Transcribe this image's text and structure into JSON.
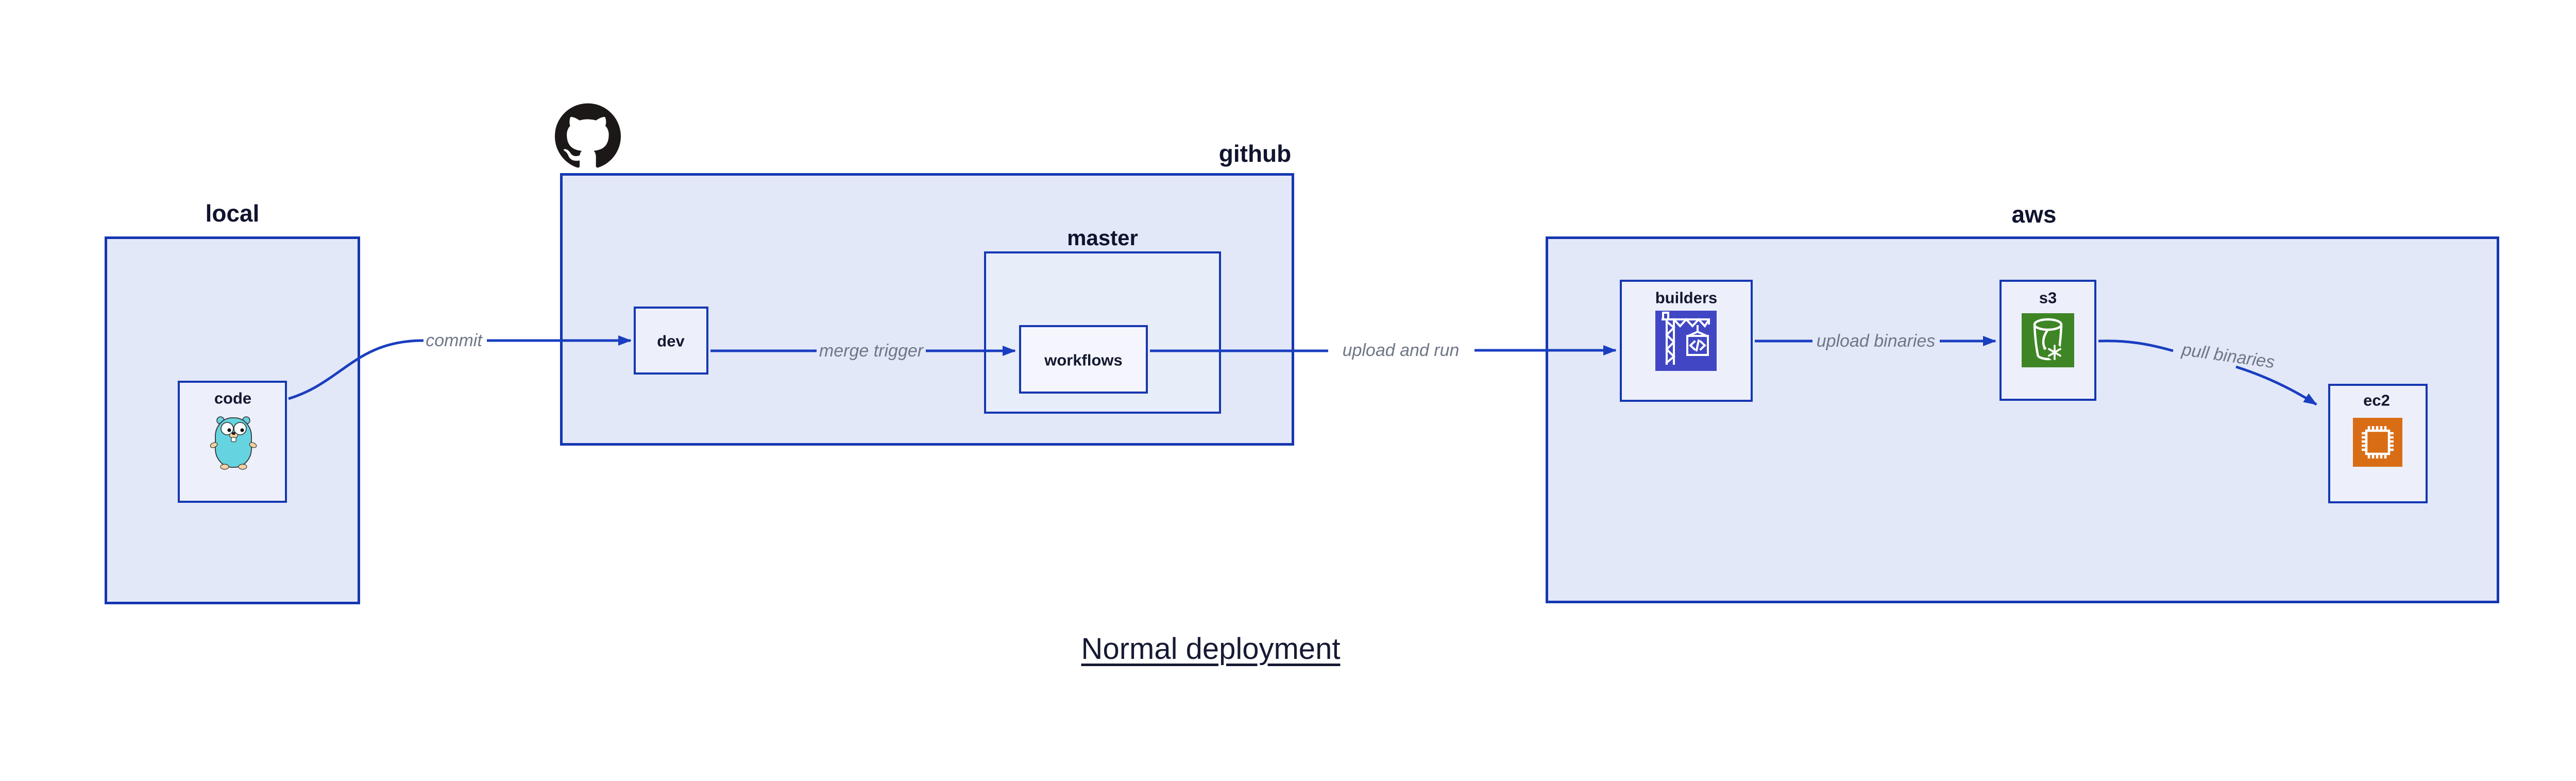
{
  "diagram": {
    "title": "Normal deployment",
    "groups": {
      "local": {
        "label": "local"
      },
      "github": {
        "label": "github"
      },
      "master": {
        "label": "master"
      },
      "aws": {
        "label": "aws"
      }
    },
    "nodes": {
      "code": {
        "label": "code",
        "icon": "go-gopher-icon"
      },
      "dev": {
        "label": "dev"
      },
      "workflows": {
        "label": "workflows"
      },
      "builders": {
        "label": "builders",
        "icon": "aws-codebuild-crane-icon"
      },
      "s3": {
        "label": "s3",
        "icon": "s3-glacier-bucket-icon"
      },
      "ec2": {
        "label": "ec2",
        "icon": "ec2-chip-icon"
      }
    },
    "edges": {
      "commit": {
        "label": "commit"
      },
      "merge_trigger": {
        "label": "merge trigger"
      },
      "upload_and_run": {
        "label": "upload and run"
      },
      "upload_binaries": {
        "label": "upload binaries"
      },
      "pull_binaries": {
        "label": "pull binaries"
      }
    },
    "logo": {
      "name": "github-octocat-icon"
    },
    "colors": {
      "box_border": "#1537b1",
      "arrow": "#1a3ec0",
      "group_fill": "#e2e8f8",
      "node_fill": "#edf0fb",
      "workflows_fill": "#f5f6fd",
      "label_navy": "#141830",
      "edge_label_gray": "#6f7787",
      "codebuild_indigo": "#4147c4",
      "s3_green": "#3e8526",
      "ec2_orange": "#d86d15",
      "github_black": "#1b1817",
      "gopher_teal": "#66d3e0",
      "title_color": "#161a33"
    }
  }
}
